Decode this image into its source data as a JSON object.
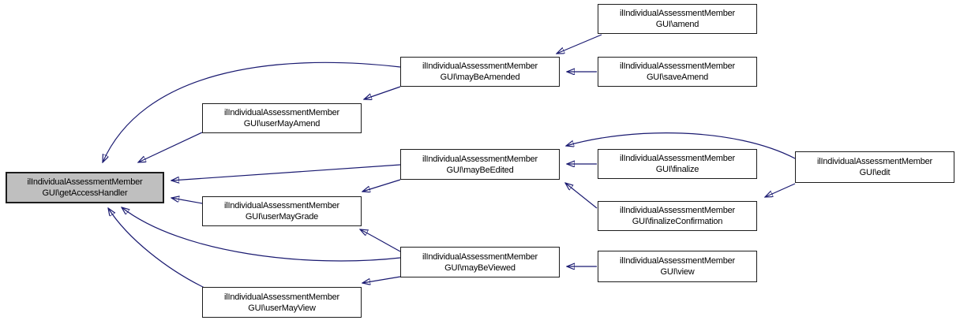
{
  "graph": {
    "edge_color": "#191970",
    "node_fill": "#ffffff",
    "node_border": "#1c1c1c",
    "highlight_fill": "#bfbfbf",
    "nodes": {
      "getAccessHandler": {
        "line1": "ilIndividualAssessmentMember",
        "line2": "GUI\\getAccessHandler",
        "highlighted": true
      },
      "userMayAmend": {
        "line1": "ilIndividualAssessmentMember",
        "line2": "GUI\\userMayAmend"
      },
      "userMayGrade": {
        "line1": "ilIndividualAssessmentMember",
        "line2": "GUI\\userMayGrade"
      },
      "userMayView": {
        "line1": "ilIndividualAssessmentMember",
        "line2": "GUI\\userMayView"
      },
      "mayBeAmended": {
        "line1": "ilIndividualAssessmentMember",
        "line2": "GUI\\mayBeAmended"
      },
      "mayBeEdited": {
        "line1": "ilIndividualAssessmentMember",
        "line2": "GUI\\mayBeEdited"
      },
      "mayBeViewed": {
        "line1": "ilIndividualAssessmentMember",
        "line2": "GUI\\mayBeViewed"
      },
      "amend": {
        "line1": "ilIndividualAssessmentMember",
        "line2": "GUI\\amend"
      },
      "saveAmend": {
        "line1": "ilIndividualAssessmentMember",
        "line2": "GUI\\saveAmend"
      },
      "finalize": {
        "line1": "ilIndividualAssessmentMember",
        "line2": "GUI\\finalize"
      },
      "finalizeConfirmation": {
        "line1": "ilIndividualAssessmentMember",
        "line2": "GUI\\finalizeConfirmation"
      },
      "view": {
        "line1": "ilIndividualAssessmentMember",
        "line2": "GUI\\view"
      },
      "edit": {
        "line1": "ilIndividualAssessmentMember",
        "line2": "GUI\\edit"
      }
    },
    "edges": [
      {
        "from": "amend",
        "to": "mayBeAmended"
      },
      {
        "from": "saveAmend",
        "to": "mayBeAmended"
      },
      {
        "from": "mayBeAmended",
        "to": "getAccessHandler"
      },
      {
        "from": "mayBeAmended",
        "to": "userMayAmend"
      },
      {
        "from": "userMayAmend",
        "to": "getAccessHandler"
      },
      {
        "from": "finalize",
        "to": "mayBeEdited"
      },
      {
        "from": "finalizeConfirmation",
        "to": "mayBeEdited"
      },
      {
        "from": "edit",
        "to": "mayBeEdited"
      },
      {
        "from": "edit",
        "to": "finalizeConfirmation"
      },
      {
        "from": "mayBeEdited",
        "to": "getAccessHandler"
      },
      {
        "from": "mayBeEdited",
        "to": "userMayGrade"
      },
      {
        "from": "userMayGrade",
        "to": "getAccessHandler"
      },
      {
        "from": "mayBeViewed",
        "to": "userMayGrade"
      },
      {
        "from": "mayBeViewed",
        "to": "getAccessHandler"
      },
      {
        "from": "mayBeViewed",
        "to": "userMayView"
      },
      {
        "from": "view",
        "to": "mayBeViewed"
      },
      {
        "from": "userMayView",
        "to": "getAccessHandler"
      }
    ]
  }
}
